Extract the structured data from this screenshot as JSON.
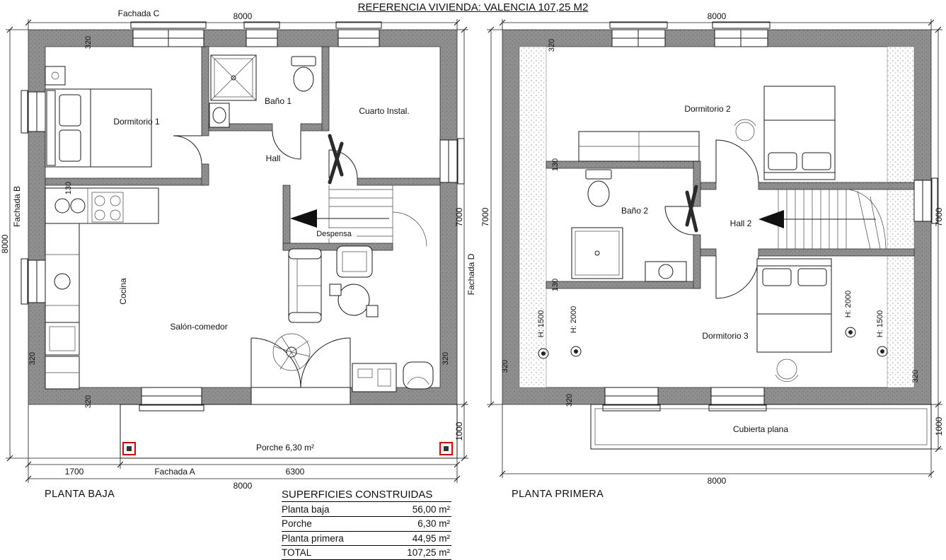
{
  "title": "REFERENCIA VIVIENDA: VALENCIA 107,25 M2",
  "ground_floor": {
    "label": "PLANTA BAJA",
    "rooms": {
      "dormitorio1": "Dormitorio 1",
      "bano1": "Baño 1",
      "cuarto_instal": "Cuarto Instal.",
      "hall": "Hall",
      "cocina": "Cocina",
      "salon": "Salón-comedor",
      "despensa": "Despensa",
      "porche": "Porche 6,30 m²"
    },
    "facades": {
      "a": "Fachada A",
      "b": "Fachada B",
      "c": "Fachada C",
      "d": "Fachada D"
    },
    "dims": {
      "width": "8000",
      "height_total": "8000",
      "depth": "7000",
      "porch_depth": "1000",
      "porch_offset": "1700",
      "porch_width": "6300",
      "wall": "320",
      "partition": "130"
    }
  },
  "first_floor": {
    "label": "PLANTA PRIMERA",
    "rooms": {
      "dormitorio2": "Dormitorio 2",
      "bano2": "Baño 2",
      "hall2": "Hall 2",
      "dormitorio3": "Dormitorio 3",
      "cubierta": "Cubierta plana"
    },
    "dims": {
      "width": "8000",
      "depth": "7000",
      "roof_depth": "1000",
      "wall": "320",
      "partition": "130"
    },
    "heights": {
      "h1500": "H: 1500",
      "h2000": "H: 2000"
    }
  },
  "areas_table": {
    "title": "SUPERFICIES CONSTRUIDAS",
    "rows": [
      {
        "label": "Planta baja",
        "value": "56,00 m²"
      },
      {
        "label": "Porche",
        "value": "6,30 m²"
      },
      {
        "label": "Planta primera",
        "value": "44,95 m²"
      },
      {
        "label": "TOTAL",
        "value": "107,25 m²"
      }
    ]
  }
}
